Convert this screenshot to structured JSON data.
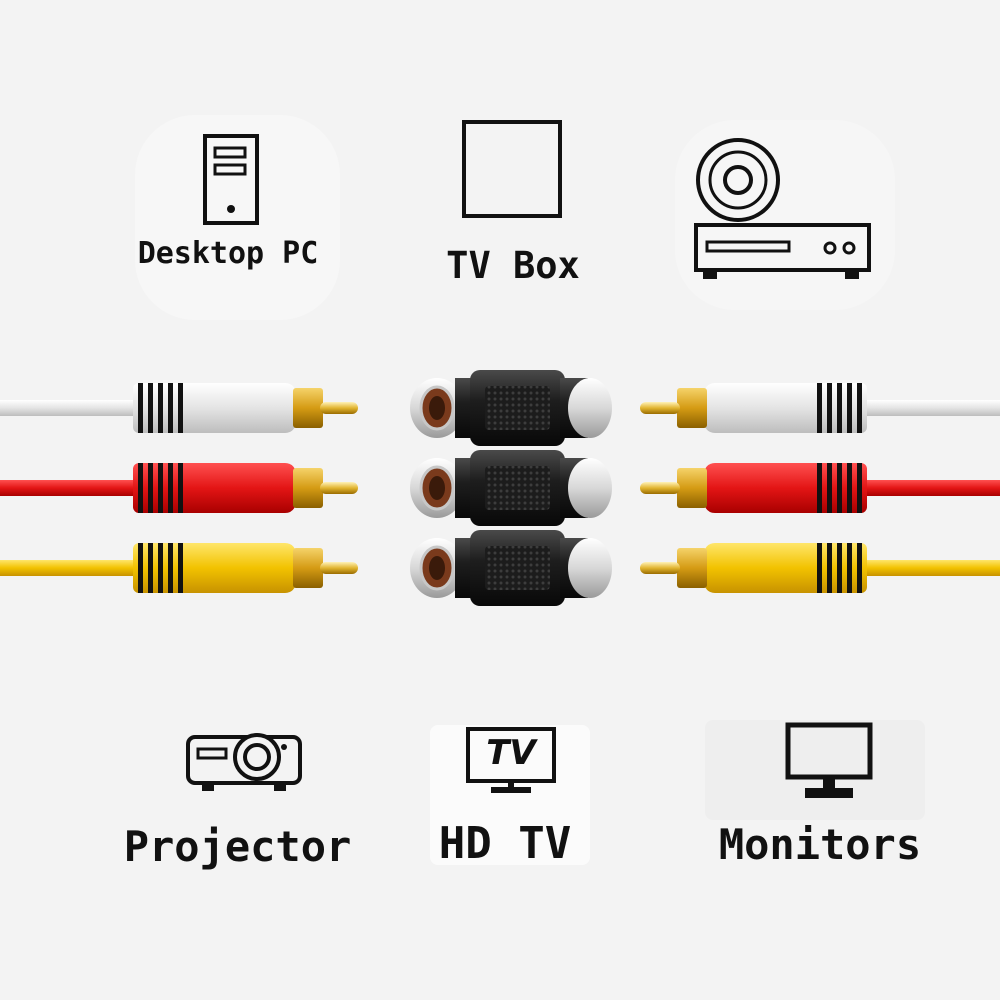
{
  "devices_top": [
    {
      "label": "Desktop PC",
      "icon": "desktop-tower-icon"
    },
    {
      "label": "TV Box",
      "icon": "tv-box-icon"
    },
    {
      "label": "",
      "icon": "dvd-player-icon"
    }
  ],
  "devices_bottom": [
    {
      "label": "Projector",
      "icon": "projector-icon"
    },
    {
      "label": "HD TV",
      "icon": "hdtv-icon",
      "icon_text": "TV"
    },
    {
      "label": "Monitors",
      "icon": "monitor-icon"
    }
  ],
  "cable_colors": {
    "white": "#e6e6e6",
    "red": "#e01c1c",
    "yellow": "#f0c400",
    "gold": "#d9a21a",
    "black": "#1b1b1b"
  }
}
